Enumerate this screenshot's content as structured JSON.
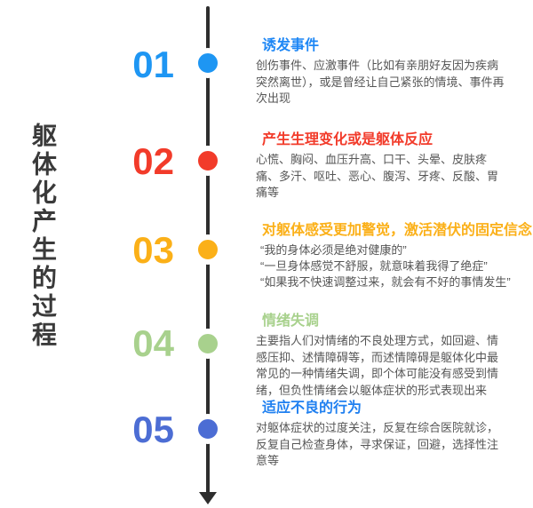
{
  "page": {
    "title": "躯体化产生的过程",
    "background_color": "#FFFFFF",
    "title_color": "#3A3A3A"
  },
  "timeline": {
    "line_color": "#2E2E2E",
    "steps": [
      {
        "number": "01",
        "number_color": "#1E96F3",
        "heading": "诱发事件",
        "heading_color": "#1E87F5",
        "body": "创伤事件、应激事件（比如有亲朋好友因为疾病突然离世），或是曾经让自己紧张的情境、事件再次出现"
      },
      {
        "number": "02",
        "number_color": "#F23B2A",
        "heading": "产生生理变化或是躯体反应",
        "heading_color": "#F23B2A",
        "body": "心慌、胸闷、血压升高、口干、头晕、皮肤疼痛、多汗、呕吐、恶心、腹泻、牙疼、反酸、胃痛等"
      },
      {
        "number": "03",
        "number_color": "#FBB018",
        "heading": "对躯体感受更加警觉，激活潜伏的固定信念",
        "heading_color": "#FBB018",
        "quotes": [
          "“我的身体必须是绝对健康的”",
          "“一旦身体感觉不舒服，就意味着我得了绝症”",
          "“如果我不快速调整过来，就会有不好的事情发生”"
        ]
      },
      {
        "number": "04",
        "number_color": "#A8D18D",
        "heading": "情绪失调",
        "heading_color": "#A8D18D",
        "body": "主要指人们对情绪的不良处理方式，如回避、情感压抑、述情障碍等，而述情障碍是躯体化中最常见的一种情绪失调，即个体可能没有感受到情绪，但负性情绪会以躯体症状的形式表现出来"
      },
      {
        "number": "05",
        "number_color": "#4C6DD4",
        "heading": "适应不良的行为",
        "heading_color": "#2080F0",
        "body": "对躯体症状的过度关注，反复在综合医院就诊，反复自己检查身体，寻求保证，回避，选择性注意等"
      }
    ]
  }
}
